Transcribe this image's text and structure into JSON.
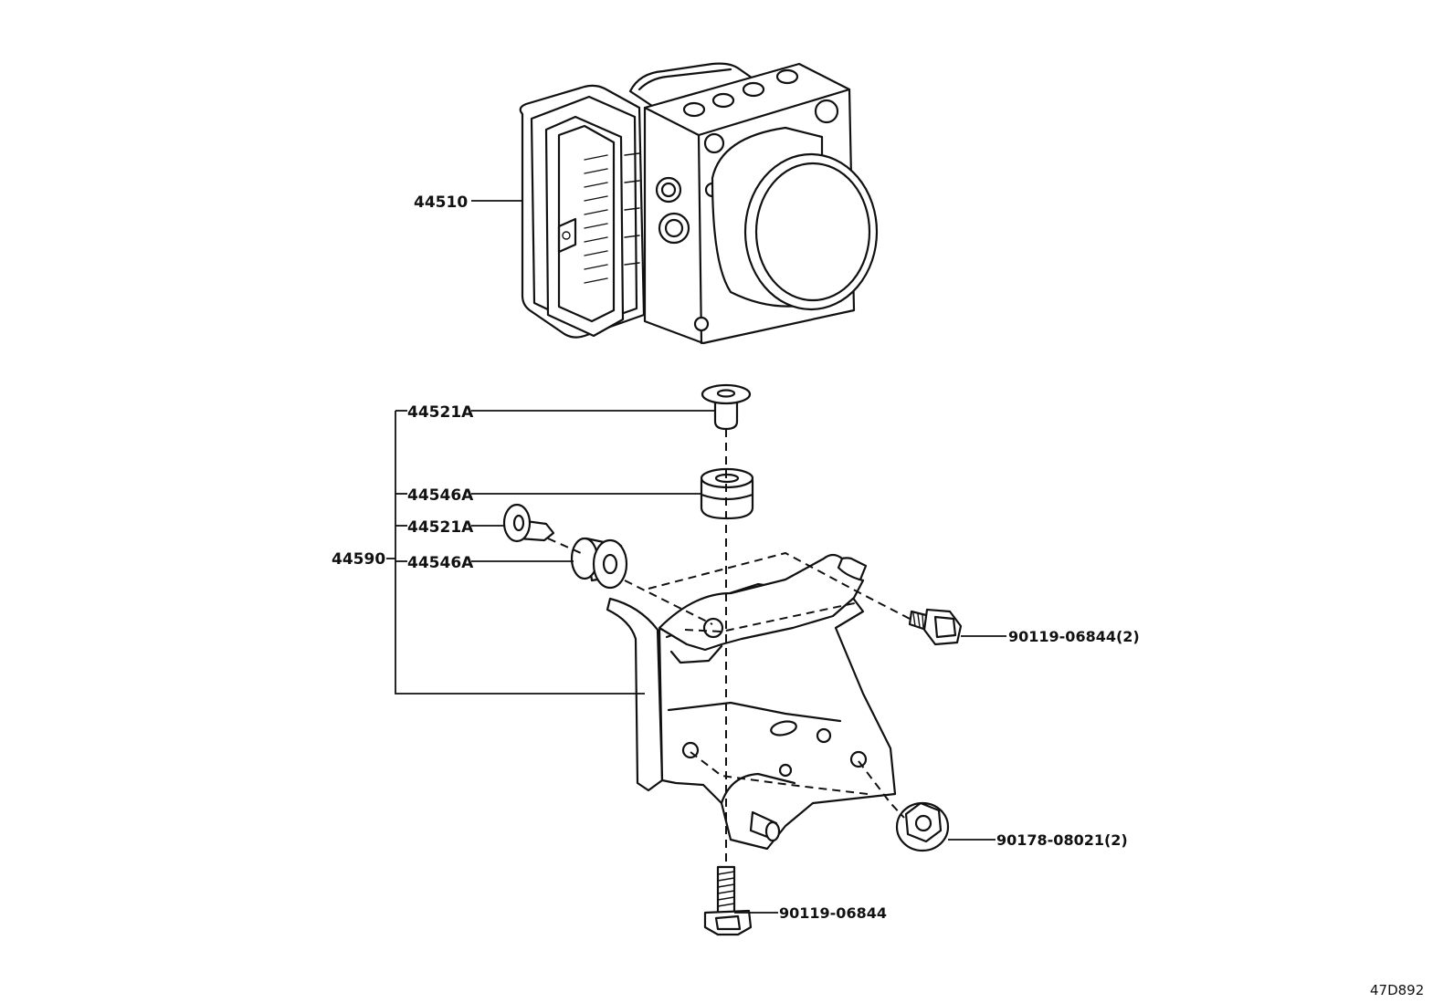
{
  "diagram_ref": "47D892",
  "callouts": {
    "actuator": "44510",
    "bracket_sub_assy": "44590",
    "collar_upper": "44521A",
    "cushion_upper": "44546A",
    "collar_side": "44521A",
    "cushion_side": "44546A",
    "bolt_upper": "90119-06844(2)",
    "nut_lower": "90178-08021(2)",
    "bolt_bottom": "90119-06844"
  }
}
